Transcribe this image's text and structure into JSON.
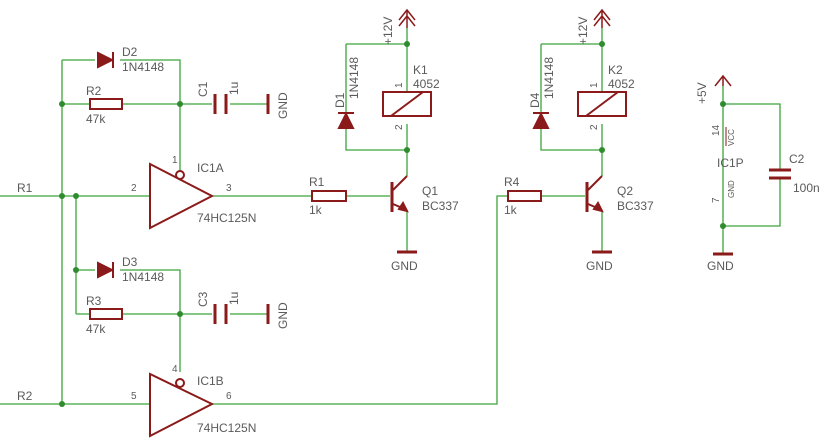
{
  "colors": {
    "wire": "#3ca53c",
    "part": "#8b1a1a",
    "text": "#5a5a5a",
    "junction": "#2e8b2e"
  },
  "nets": {
    "r1": "R1",
    "r2": "R2",
    "gnd": "GND",
    "v12": "+12V",
    "v5": "+5V"
  },
  "parts": {
    "d2": {
      "name": "D2",
      "value": "1N4148"
    },
    "d3": {
      "name": "D3",
      "value": "1N4148"
    },
    "d1": {
      "name": "D1",
      "value": "1N4148"
    },
    "d4": {
      "name": "D4",
      "value": "1N4148"
    },
    "r2": {
      "name": "R2",
      "value": "47k"
    },
    "r3": {
      "name": "R3",
      "value": "47k"
    },
    "r1": {
      "name": "R1",
      "value": "1k"
    },
    "r4": {
      "name": "R4",
      "value": "1k"
    },
    "c1": {
      "name": "C1",
      "value": "1u"
    },
    "c3": {
      "name": "C3",
      "value": "1u"
    },
    "c2": {
      "name": "C2",
      "value": "100n"
    },
    "ic1a": {
      "name": "IC1A",
      "value": "74HC125N"
    },
    "ic1b": {
      "name": "IC1B",
      "value": "74HC125N"
    },
    "ic1p": {
      "name": "IC1P",
      "vcc": "VCC",
      "gnd": "GND"
    },
    "k1": {
      "name": "K1",
      "value": "4052"
    },
    "k2": {
      "name": "K2",
      "value": "4052"
    },
    "q1": {
      "name": "Q1",
      "value": "BC337"
    },
    "q2": {
      "name": "Q2",
      "value": "BC337"
    }
  },
  "pins": {
    "ic1a_in": "2",
    "ic1a_out": "3",
    "ic1a_oe": "1",
    "ic1b_in": "5",
    "ic1b_out": "6",
    "ic1b_oe": "4",
    "ic1p_vcc": "14",
    "ic1p_gnd": "7",
    "k1_p1": "1",
    "k1_p2": "2",
    "k2_p1": "1",
    "k2_p2": "2"
  }
}
